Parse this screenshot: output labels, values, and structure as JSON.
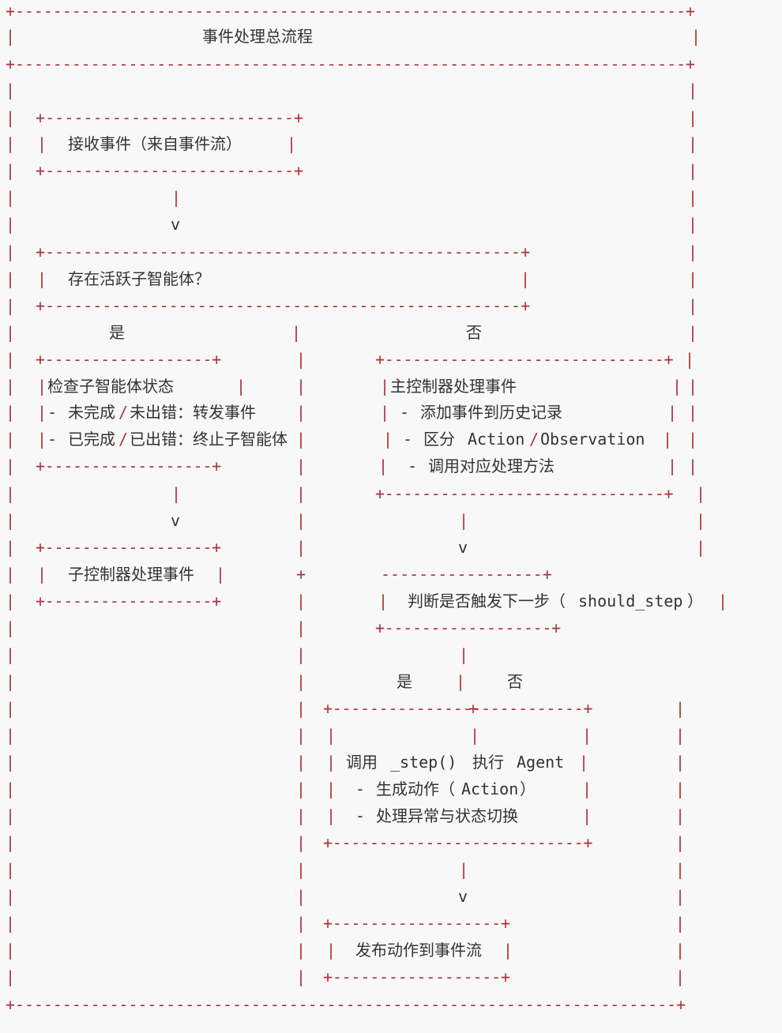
{
  "colors": {
    "frame": "#b0303c",
    "text": "#333333",
    "background": "#f8f8f8"
  },
  "diagram": {
    "title": "事件处理总流程",
    "receive_event": "接收事件（来自事件流）",
    "arrow_v": "v",
    "has_active_subagent": "存在活跃子智能体？",
    "yes": "是",
    "no": "否",
    "check_subagent_state": "检查子智能体状态",
    "unfinished_prefix": "- ",
    "unfinished_a": "未完成",
    "unfinished_b": "未出错：转发事件",
    "finished_prefix": "- ",
    "finished_a": "已完成",
    "finished_b": "已出错：终止子智能体",
    "slash": "/",
    "subcontroller_handles": "子控制器处理事件",
    "main_controller_handles": "主控制器处理事件",
    "dash": "-",
    "add_event_history": "添加事件到历史记录",
    "distinguish": "区分",
    "action_label": "Action",
    "observation_label": "Observation",
    "call_handler": "调用对应处理方法",
    "should_step_q_a": "判断是否触发下一步（",
    "should_step_q_b": "should_step",
    "should_step_q_c": "）",
    "yes2": "是",
    "no2": "否",
    "call_step_a": "调用",
    "call_step_b": "_step()",
    "call_step_c": "执行",
    "call_step_d": "Agent",
    "gen_action_a": "生成动作（",
    "gen_action_b": "Action",
    "gen_action_c": "）",
    "handle_exceptions": "处理异常与状态切换",
    "publish_action": "发布动作到事件流"
  }
}
